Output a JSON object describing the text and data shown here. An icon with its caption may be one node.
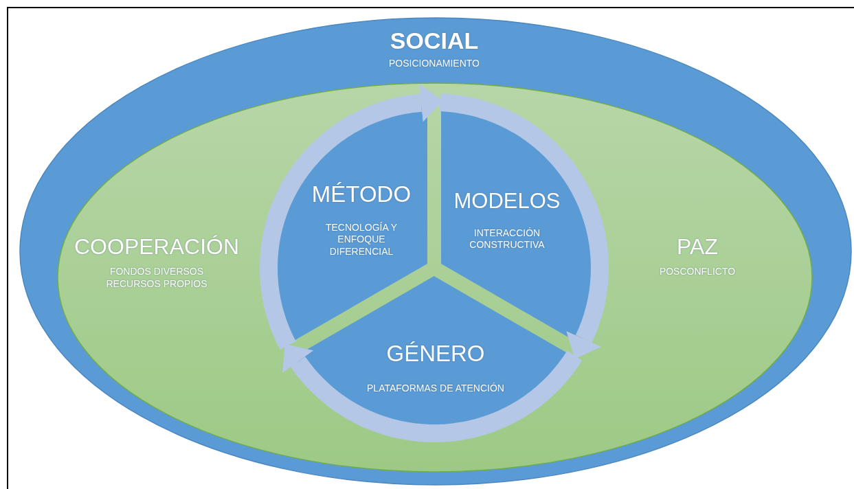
{
  "diagram": {
    "nodes": [
      {
        "text": [
          "SOCIAL",
          "POSICIONAMIENTO"
        ]
      },
      {
        "text": [
          "COOPERACIÓN",
          "FONDOS DIVERSOS RECURSOS PROPIOS",
          "PAZ",
          "POSCONFLICTO"
        ],
        "in": 0
      },
      {
        "text": [
          "MÉTODO",
          "TECNOLOGÍA Y ENFOQUE DIFERENCIAL"
        ],
        "in": 1
      },
      {
        "text": [
          "MODELOS",
          "INTERACCIÓN CONSTRUCTIVA"
        ],
        "in": 1
      },
      {
        "text": [
          "GÉNERO",
          "PLATAFORMAS DE ATENCIÓN"
        ],
        "in": 1
      }
    ],
    "edges": [
      {
        "from": 2,
        "to": 3,
        "arrow": "to"
      },
      {
        "from": 3,
        "to": 4,
        "arrow": "to"
      },
      {
        "from": 4,
        "to": 2,
        "arrow": "to"
      }
    ]
  }
}
